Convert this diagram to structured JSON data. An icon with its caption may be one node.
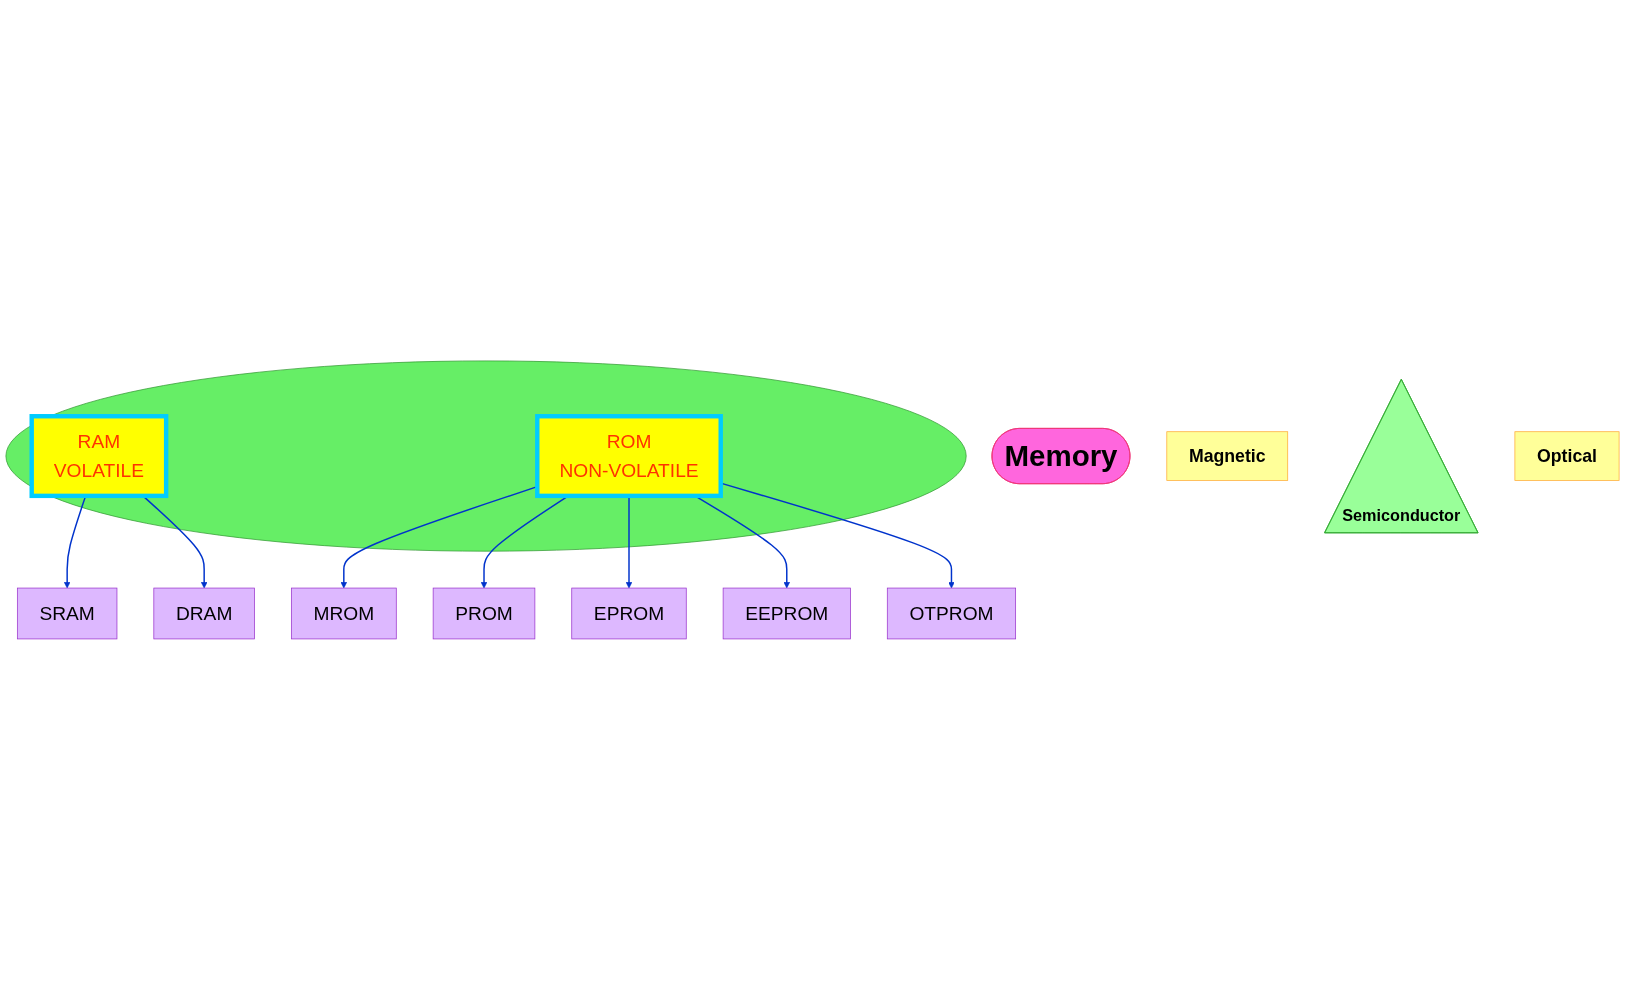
{
  "diagram": {
    "nodes": [
      {
        "text": [
          "Memory"
        ]
      },
      {
        "text": [
          "Magnetic"
        ]
      },
      {
        "text": [
          "Semiconductor"
        ]
      },
      {
        "text": [
          "Optical"
        ]
      },
      {
        "text": [],
        "shape": "ellipse"
      },
      {
        "text": [
          "RAM",
          "VOLATILE"
        ],
        "in": 4
      },
      {
        "text": [
          "ROM",
          "NON-VOLATILE"
        ],
        "in": 4
      },
      {
        "text": [
          "SRAM"
        ]
      },
      {
        "text": [
          "DRAM"
        ]
      },
      {
        "text": [
          "MROM"
        ]
      },
      {
        "text": [
          "PROM"
        ]
      },
      {
        "text": [
          "EPROM"
        ]
      },
      {
        "text": [
          "EEPROM"
        ]
      },
      {
        "text": [
          "OTPROM"
        ]
      }
    ],
    "edges": [
      {
        "from": 5,
        "to": 7,
        "arrow": "to"
      },
      {
        "from": 5,
        "to": 8,
        "arrow": "to"
      },
      {
        "from": 6,
        "to": 9,
        "arrow": "to"
      },
      {
        "from": 6,
        "to": 10,
        "arrow": "to"
      },
      {
        "from": 6,
        "to": 11,
        "arrow": "to"
      },
      {
        "from": 6,
        "to": 12,
        "arrow": "to"
      },
      {
        "from": 6,
        "to": 13,
        "arrow": "to"
      }
    ]
  }
}
